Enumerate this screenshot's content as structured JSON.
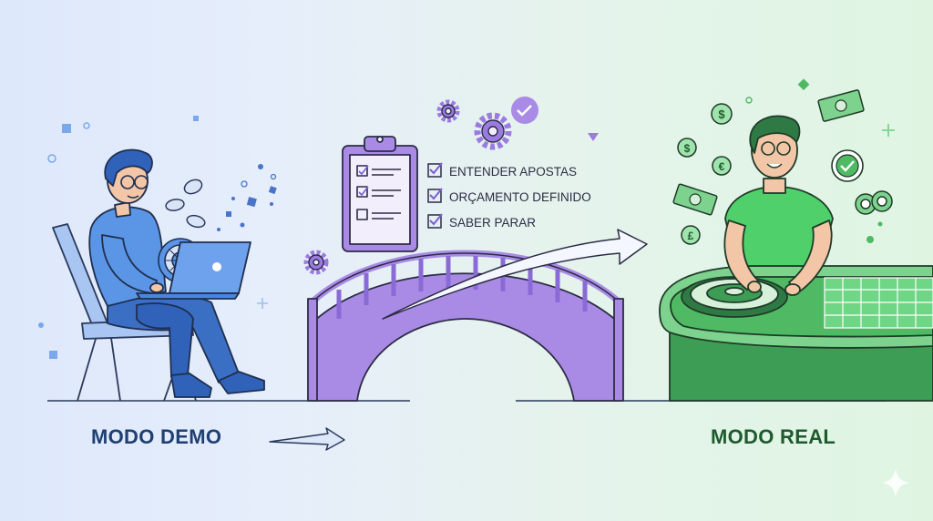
{
  "checklist": {
    "items": [
      "ENTENDER APOSTAS",
      "ORÇAMENTO DEFINIDO",
      "SABER PARAR"
    ]
  },
  "labels": {
    "demo": "MODO DEMO",
    "real": "MODO REAL"
  },
  "colors": {
    "demo_blue": "#4a86e0",
    "bridge_purple": "#a98be6",
    "real_green": "#4fd06a",
    "table_green": "#3d9d55",
    "label_demo": "#1f3f73",
    "label_real": "#1f5a2e"
  },
  "icons": [
    "gear-icon",
    "check-circle-icon",
    "clipboard-icon",
    "roulette-wheel-icon",
    "laptop-icon",
    "dollar-coin-icon",
    "euro-coin-icon",
    "pound-coin-icon",
    "banknote-icon",
    "poker-chip-icon",
    "sparkle-icon",
    "arrow-right-icon"
  ]
}
